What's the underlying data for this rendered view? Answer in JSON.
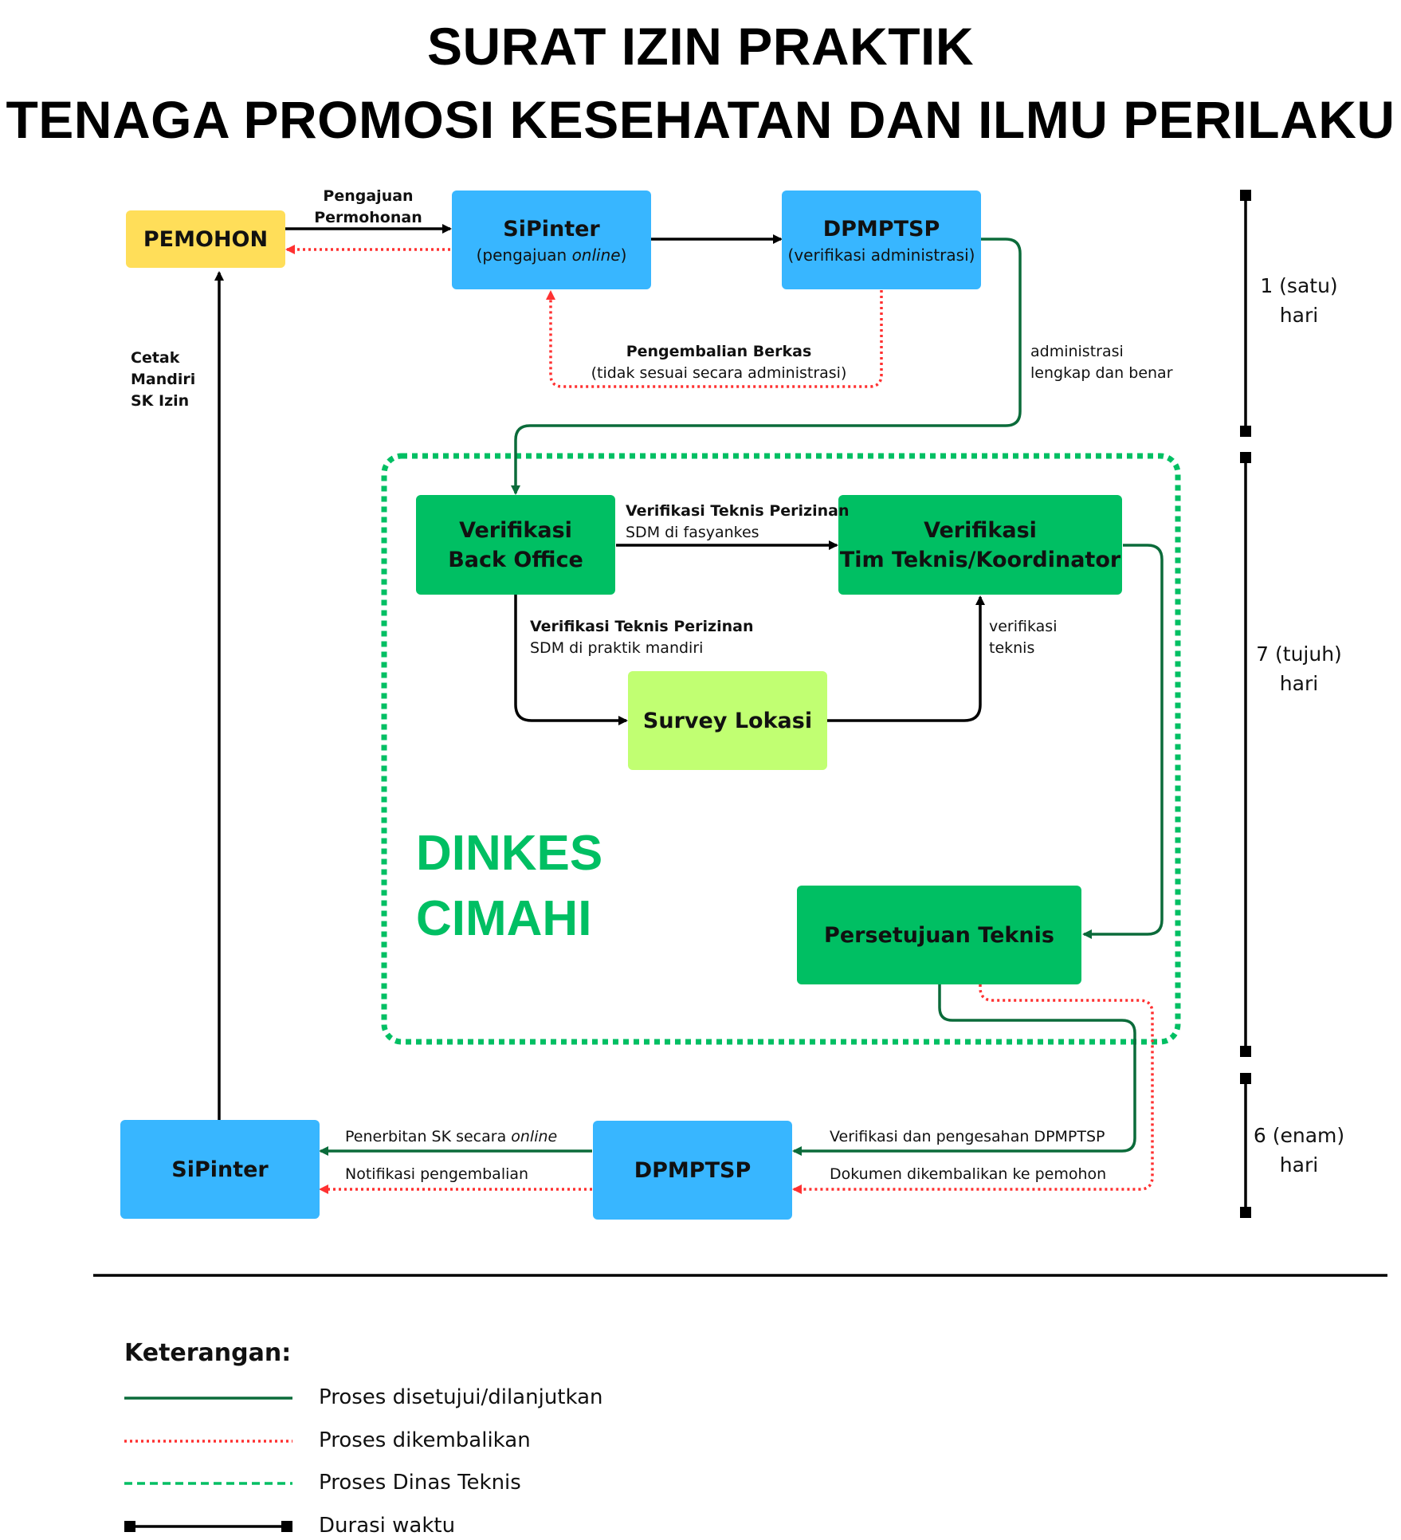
{
  "title": {
    "line1": "SURAT IZIN PRAKTIK",
    "line2": "TENAGA PROMOSI KESEHATAN DAN ILMU PERILAKU"
  },
  "colors": {
    "blue_box": "#38b6ff",
    "yellow_box": "#ffde59",
    "green_box": "#00bf63",
    "lime_box": "#c1ff72",
    "approved_line": "#0b6b3a",
    "returned_line": "#ff3131",
    "dinas_border": "#00bf63"
  },
  "nodes": {
    "pemohon": {
      "label": "PEMOHON"
    },
    "sipinter_top": {
      "label": "SiPinter",
      "sub_prefix": "(pengajuan ",
      "sub_italic": "online",
      "sub_suffix": ")"
    },
    "dpmptsp_top": {
      "label": "DPMPTSP",
      "sub": "(verifikasi administrasi)"
    },
    "back_office": {
      "line1": "Verifikasi",
      "line2": "Back Office"
    },
    "tim_teknis": {
      "line1": "Verifikasi",
      "line2": "Tim Teknis/Koordinator"
    },
    "survey": {
      "label": "Survey Lokasi"
    },
    "persetujuan": {
      "label": "Persetujuan Teknis"
    },
    "sipinter_bottom": {
      "label": "SiPinter"
    },
    "dpmptsp_bottom": {
      "label": "DPMPTSP"
    }
  },
  "edges": {
    "pengajuan": {
      "line1": "Pengajuan",
      "line2": "Permohonan"
    },
    "pengembalian": {
      "line1": "Pengembalian Berkas",
      "line2": "(tidak sesuai secara administrasi)"
    },
    "administrasi": {
      "line1": "administrasi",
      "line2": "lengkap dan benar"
    },
    "cetak": {
      "line1": "Cetak",
      "line2": "Mandiri",
      "line3": "SK Izin"
    },
    "fasyankes": {
      "line1": "Verifikasi Teknis Perizinan",
      "line2": "SDM di fasyankes"
    },
    "praktik_mandiri": {
      "line1": "Verifikasi Teknis Perizinan",
      "line2": "SDM di praktik mandiri"
    },
    "verifikasi_teknis": {
      "line1": "verifikasi",
      "line2": "teknis"
    },
    "penerbitan": {
      "prefix": "Penerbitan SK secara ",
      "italic": "online"
    },
    "notifikasi": {
      "label": "Notifikasi pengembalian"
    },
    "pengesahan": {
      "label": "Verifikasi dan pengesahan DPMPTSP"
    },
    "dikembalikan": {
      "label": "Dokumen dikembalikan ke pemohon"
    }
  },
  "dinas": {
    "line1": "DINKES",
    "line2": "CIMAHI"
  },
  "durations": [
    {
      "line1": "1 (satu)",
      "line2": "hari"
    },
    {
      "line1": "7 (tujuh)",
      "line2": "hari"
    },
    {
      "line1": "6 (enam)",
      "line2": "hari"
    }
  ],
  "legend": {
    "title": "Keterangan:",
    "items": [
      {
        "label": "Proses disetujui/dilanjutkan"
      },
      {
        "label": "Proses dikembalikan"
      },
      {
        "label": "Proses Dinas Teknis"
      },
      {
        "label": "Durasi waktu"
      }
    ]
  }
}
